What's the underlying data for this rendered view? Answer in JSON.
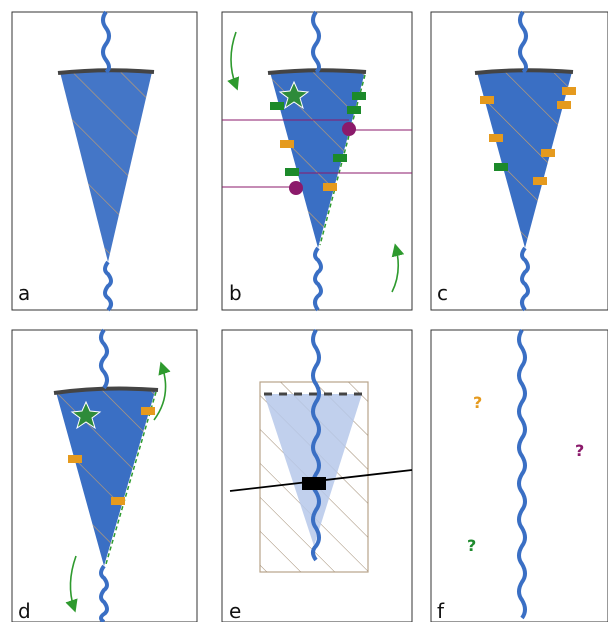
{
  "panels": [
    {
      "id": "a",
      "label": "a"
    },
    {
      "id": "b",
      "label": "b"
    },
    {
      "id": "c",
      "label": "c"
    },
    {
      "id": "d",
      "label": "d"
    },
    {
      "id": "e",
      "label": "e"
    },
    {
      "id": "f",
      "label": "f"
    }
  ],
  "question_marks": [
    {
      "text": "?",
      "color": "#e59a1e"
    },
    {
      "text": "?",
      "color": "#8b1a6b"
    },
    {
      "text": "?",
      "color": "#1f8a2e"
    }
  ],
  "colors": {
    "river": "#3a6fc4",
    "wedge": "#3a6fc4",
    "wedge_top": "#444444",
    "hatch": "#c9a06a",
    "orange_marker": "#e59a1e",
    "green_marker": "#1c8a2a",
    "purple_marker": "#8b1a6b",
    "star": "#2e8b3a",
    "arrow": "#2e9a2e",
    "line_purple": "#8b1a6b",
    "box_outline": "#b8a48a",
    "light_wedge": "#b6c8ea"
  }
}
